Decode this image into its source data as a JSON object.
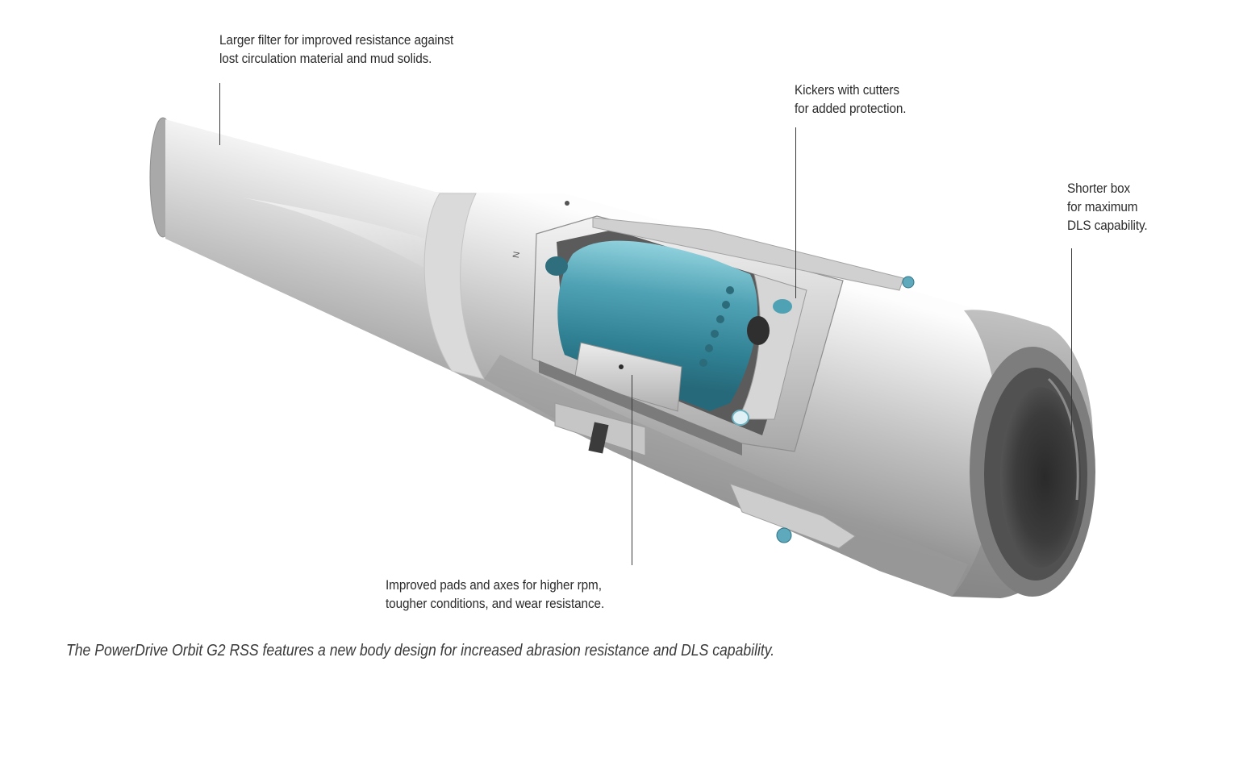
{
  "callouts": {
    "filter": {
      "line1": "Larger filter for improved resistance against",
      "line2": "lost circulation material and mud solids."
    },
    "kickers": {
      "line1": "Kickers with cutters",
      "line2": "for added protection."
    },
    "box": {
      "line1": "Shorter box",
      "line2": "for maximum",
      "line3": "DLS capability."
    },
    "pads": {
      "line1": "Improved pads and axes for higher rpm,",
      "line2": "tougher conditions, and wear resistance."
    }
  },
  "tool_marking": "N",
  "caption": "The PowerDrive Orbit G2 RSS features a new body design for increased abrasion resistance and DLS capability.",
  "colors": {
    "body_light": "#e9e9e9",
    "body_mid": "#b9b9b9",
    "body_dark": "#8c8c8c",
    "cylinder_teal": "#3d8ea0",
    "cylinder_teal_light": "#7cc2d0",
    "metal_frame": "#c9c9c9",
    "text": "#2b2b2b"
  }
}
